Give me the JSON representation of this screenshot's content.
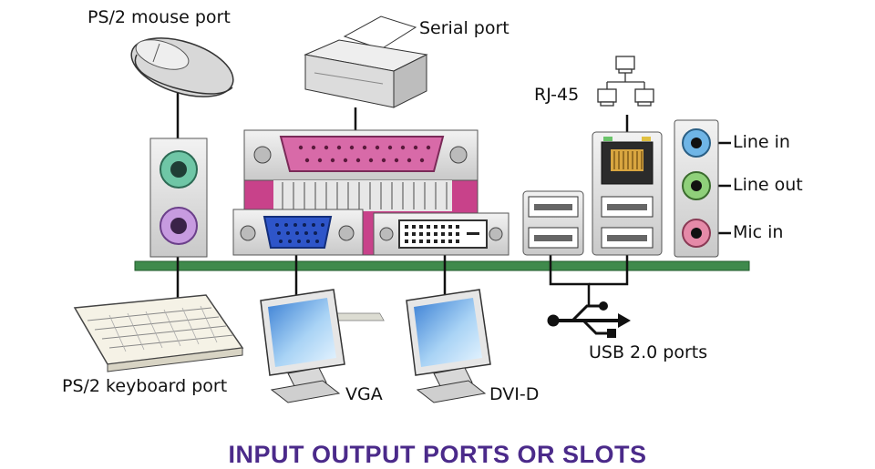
{
  "labels": {
    "ps2_mouse": "PS/2 mouse port",
    "serial": "Serial port",
    "rj45": "RJ-45",
    "line_in": "Line in",
    "line_out": "Line out",
    "mic_in": "Mic in",
    "usb": "USB 2.0 ports",
    "ps2_keyboard": "PS/2 keyboard port",
    "vga": "VGA",
    "dvi": "DVI-D"
  },
  "footer": {
    "title": "INPUT OUTPUT PORTS OR SLOTS"
  },
  "colors": {
    "board": "#3f8a4c",
    "ps2_mouse_port": "#6fc6a6",
    "ps2_keyboard_port": "#c79be0",
    "parallel_port": "#d86aa8",
    "vga_port": "#2e55c9",
    "audio_line_in": "#6fb5e6",
    "audio_line_out": "#8fd07a",
    "audio_mic": "#e58aa8",
    "title": "#4b2a8a"
  }
}
